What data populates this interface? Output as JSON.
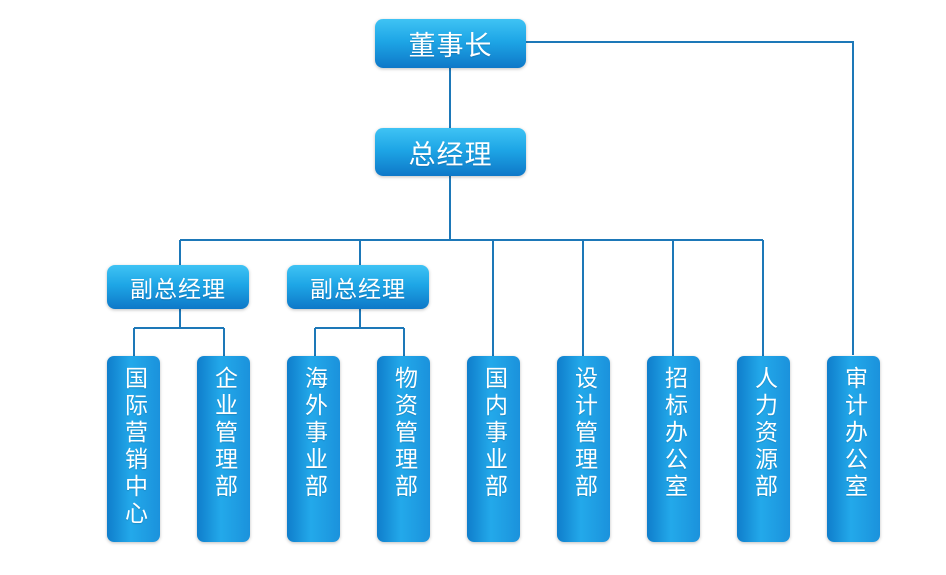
{
  "chairman": "董事长",
  "general_manager": "总经理",
  "vice_gm_left": "副总经理",
  "vice_gm_right": "副总经理",
  "departments": {
    "intl_marketing": "国际营销中心",
    "enterprise_mgmt": "企业管理部",
    "overseas_business": "海外事业部",
    "materials_mgmt": "物资管理部",
    "domestic_business": "国内事业部",
    "design_mgmt": "设计管理部",
    "tender_office": "招标办公室",
    "hr": "人力资源部",
    "audit_office": "审计办公室"
  },
  "colors": {
    "box_top": "#3fc3f4",
    "box_bottom": "#0e78c8",
    "line": "#1d78b8"
  }
}
